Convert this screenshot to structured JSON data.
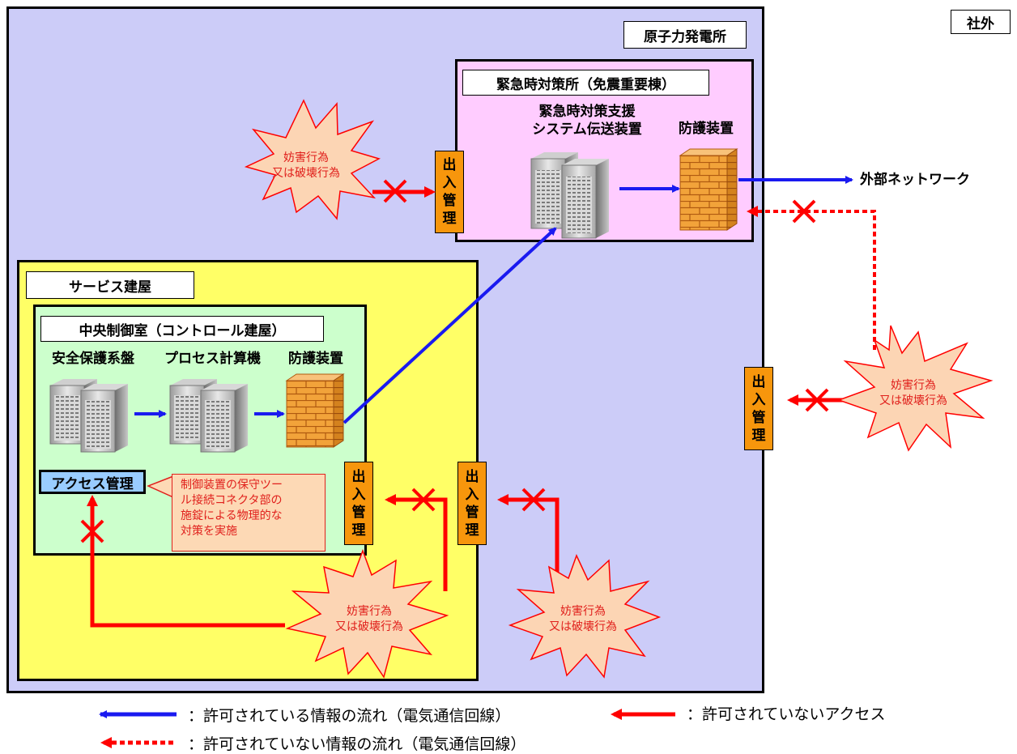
{
  "zones": {
    "offsite": "社外",
    "plant": "原子力発電所",
    "emergency_center": "緊急時対策所（免震重要棟）",
    "service_building": "サービス建屋",
    "control_room": "中央制御室（コントロール建屋）"
  },
  "devices": {
    "ert_system_line1": "緊急時対策支援",
    "ert_system_line2": "システム伝送装置",
    "firewall_emergency": "防護装置",
    "safety_panel": "安全保護系盤",
    "process_computer": "プロセス計算機",
    "firewall_control": "防護装置",
    "external_network": "外部ネットワーク"
  },
  "gate": {
    "line1": "出",
    "line2": "入",
    "line3": "管",
    "line4": "理"
  },
  "access_control": "アクセス管理",
  "note": {
    "line1": "制御装置の保守ツー",
    "line2": "ル接続コネクタ部の",
    "line3": "施錠による物理的な",
    "line4": "対策を実施"
  },
  "threat": {
    "line1": "妨害行為",
    "line2": "又は破壊行為"
  },
  "legend": {
    "allowed_flow": "：許可されている情報の流れ（電気通信回線）",
    "unauthorized_access": "：許可されていないアクセス",
    "disallowed_flow": "：許可されていない情報の流れ（電気通信回線）"
  },
  "colors": {
    "allowed": "#1a1af0",
    "blocked": "#ff0000",
    "plant_bg": "#ccccf8",
    "emergency_bg": "#ffccff",
    "service_bg": "#ffff66",
    "control_bg": "#ccffcc",
    "gate_bg": "#f7960c",
    "burst_bg": "#fcd5b4",
    "access_bg": "#99ccff"
  },
  "icons": [
    "server-rack-icon",
    "firewall-brick-icon",
    "explosion-burst-icon",
    "block-x-icon"
  ]
}
